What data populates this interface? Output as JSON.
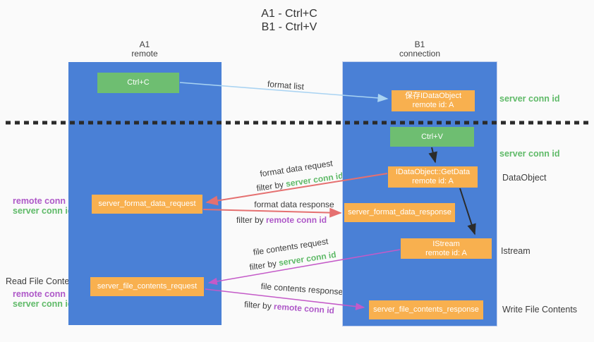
{
  "title": {
    "line1": "A1 - Ctrl+C",
    "line2": "B1 - Ctrl+V"
  },
  "lanes": {
    "left": {
      "title": "A1",
      "subtitle": "remote"
    },
    "right": {
      "title": "B1",
      "subtitle": "connection"
    }
  },
  "nodes": {
    "ctrl_c": {
      "label": "Ctrl+C"
    },
    "ctrl_v": {
      "label": "Ctrl+V"
    },
    "save_idataobject": {
      "line1": "保存IDataObject",
      "line2": "remote id: A"
    },
    "getdata": {
      "line1": "IDataObject::GetData",
      "line2": "remote id: A"
    },
    "istream": {
      "line1": "IStream",
      "line2": "remote id: A"
    },
    "format_request": {
      "label": "server_format_data_request"
    },
    "format_response": {
      "label": "server_format_data_response"
    },
    "file_request": {
      "label": "server_file_contents_request"
    },
    "file_response": {
      "label": "server_file_contents_response"
    }
  },
  "side_labels": {
    "server_conn_id_top": "server conn id",
    "server_conn_id_mid": "server conn id",
    "dataobject": "DataObject",
    "istream": "Istream",
    "write_file_contents": "Write File Contents",
    "read_file_contents": "Read File Contents",
    "group1": {
      "remote": "remote conn id",
      "server": "server conn id"
    },
    "group2": {
      "remote": "remote conn id",
      "server": "server conn id"
    }
  },
  "arrow_labels": {
    "format_list": "format list",
    "format_data_request": "format data request",
    "format_data_response": "format data response",
    "file_contents_request": "file contents request",
    "file_contents_response": "file contents response",
    "filter_by": "filter by",
    "server_conn_id": "server conn id",
    "remote_conn_id": "remote conn id"
  },
  "colors": {
    "lane_blue": "#4a80d6",
    "node_green": "#6ebe71",
    "node_orange": "#f8b04f",
    "arrow_red": "#e57070",
    "arrow_magenta": "#c45ac8",
    "arrow_lightblue": "#a9d3f2",
    "arrow_black": "#2b2b2b",
    "text_green": "#5fba68",
    "text_purple": "#ae58c8",
    "dotted_line": "#2b2b2b"
  }
}
